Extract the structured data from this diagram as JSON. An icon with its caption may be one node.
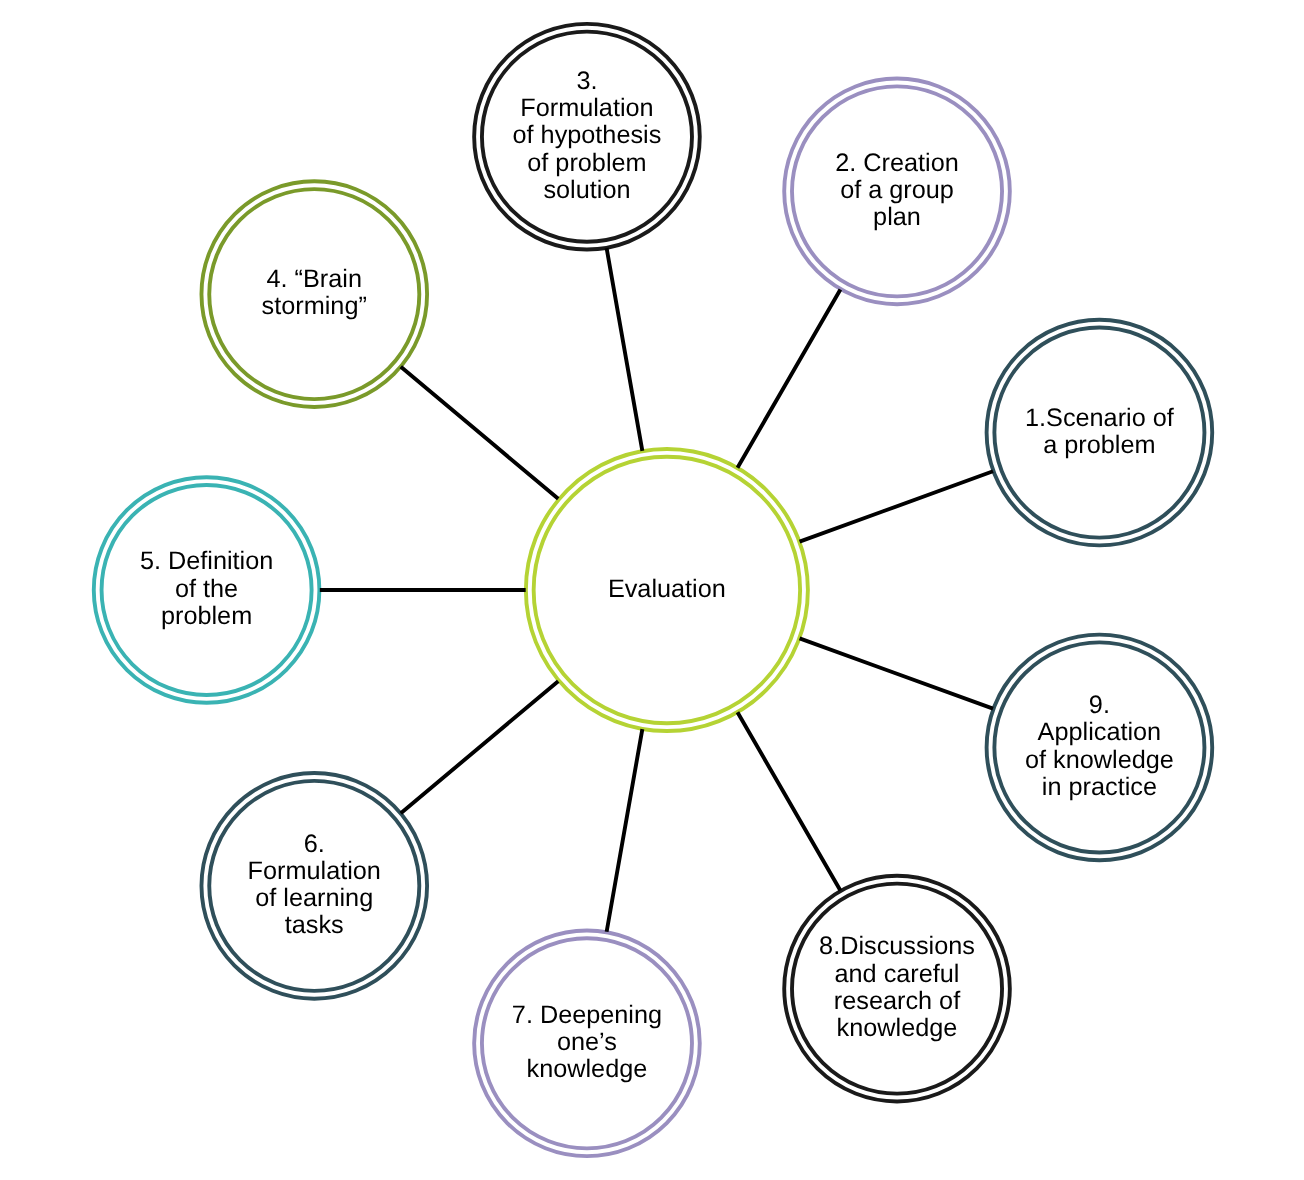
{
  "diagram": {
    "nodes": [
      {
        "text": [
          "Evaluation"
        ]
      },
      {
        "text": [
          "1.Scenario of a problem"
        ]
      },
      {
        "text": [
          "2. Creation of a group plan"
        ]
      },
      {
        "text": [
          "3. Formulation of hypothesis of problem solution"
        ]
      },
      {
        "text": [
          "4. “Brain storming”"
        ]
      },
      {
        "text": [
          "5. Definition of the problem"
        ]
      },
      {
        "text": [
          "6. Formulation of learning tasks"
        ]
      },
      {
        "text": [
          "7. Deepening one’s knowledge"
        ]
      },
      {
        "text": [
          "8.Discussions and careful research of knowledge"
        ]
      },
      {
        "text": [
          "9. Application of knowledge in practice"
        ]
      }
    ],
    "edges": [
      {
        "from": 0,
        "to": 1,
        "arrow": "none"
      },
      {
        "from": 0,
        "to": 2,
        "arrow": "none"
      },
      {
        "from": 0,
        "to": 3,
        "arrow": "none"
      },
      {
        "from": 0,
        "to": 4,
        "arrow": "none"
      },
      {
        "from": 0,
        "to": 5,
        "arrow": "none"
      },
      {
        "from": 0,
        "to": 6,
        "arrow": "none"
      },
      {
        "from": 0,
        "to": 7,
        "arrow": "none"
      },
      {
        "from": 0,
        "to": 8,
        "arrow": "none"
      },
      {
        "from": 0,
        "to": 9,
        "arrow": "none"
      }
    ]
  }
}
